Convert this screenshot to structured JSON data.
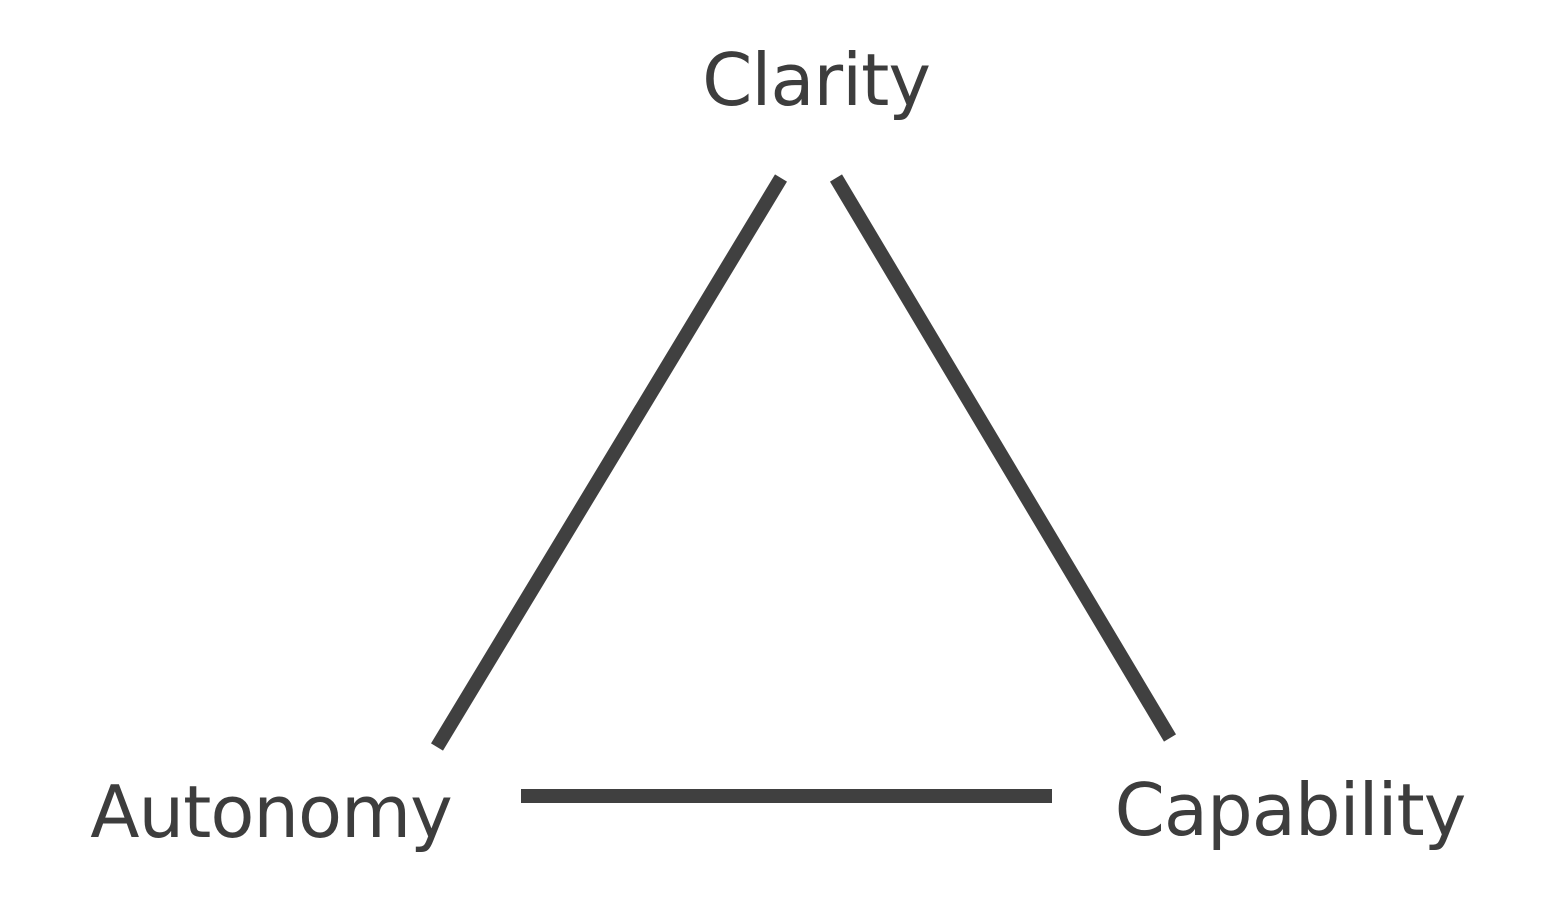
{
  "diagram": {
    "type": "triangle",
    "background": "#ffffff",
    "stroke_color": "#404040",
    "text_color": "#3d3d3d",
    "stroke_width": "14",
    "nodes": [
      {
        "id": "clarity",
        "label": "Clarity",
        "position": "top"
      },
      {
        "id": "autonomy",
        "label": "Autonomy",
        "position": "bottom-left"
      },
      {
        "id": "capability",
        "label": "Capability",
        "position": "bottom-right"
      }
    ],
    "edges": [
      {
        "from": "clarity",
        "to": "autonomy"
      },
      {
        "from": "autonomy",
        "to": "capability"
      },
      {
        "from": "capability",
        "to": "clarity"
      }
    ]
  }
}
